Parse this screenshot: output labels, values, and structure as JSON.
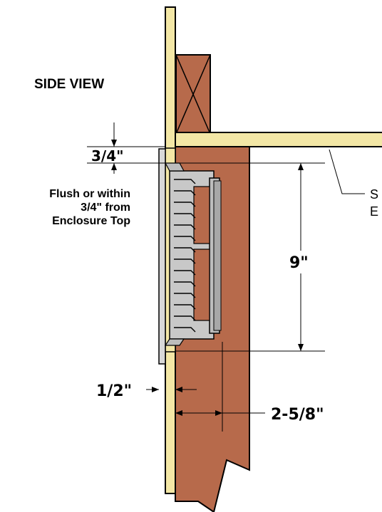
{
  "view_title": "SIDE VIEW",
  "labels": {
    "flush_line1": "Flush or within",
    "flush_line2": "3/4\" from",
    "flush_line3": "Enclosure Top",
    "callout_line1": "S",
    "callout_line2": "E"
  },
  "dimensions": {
    "top_gap": "3/4\"",
    "height": "9\"",
    "face_offset": "1/2\"",
    "depth": "2-5/8\""
  },
  "colors": {
    "wood_joist": "#b76a4b",
    "wood_joist_dark": "#9a5036",
    "board": "#f3e7a6",
    "grille": "#bdbdbd",
    "grille_dark": "#8e8e8e",
    "ink": "#000000"
  }
}
